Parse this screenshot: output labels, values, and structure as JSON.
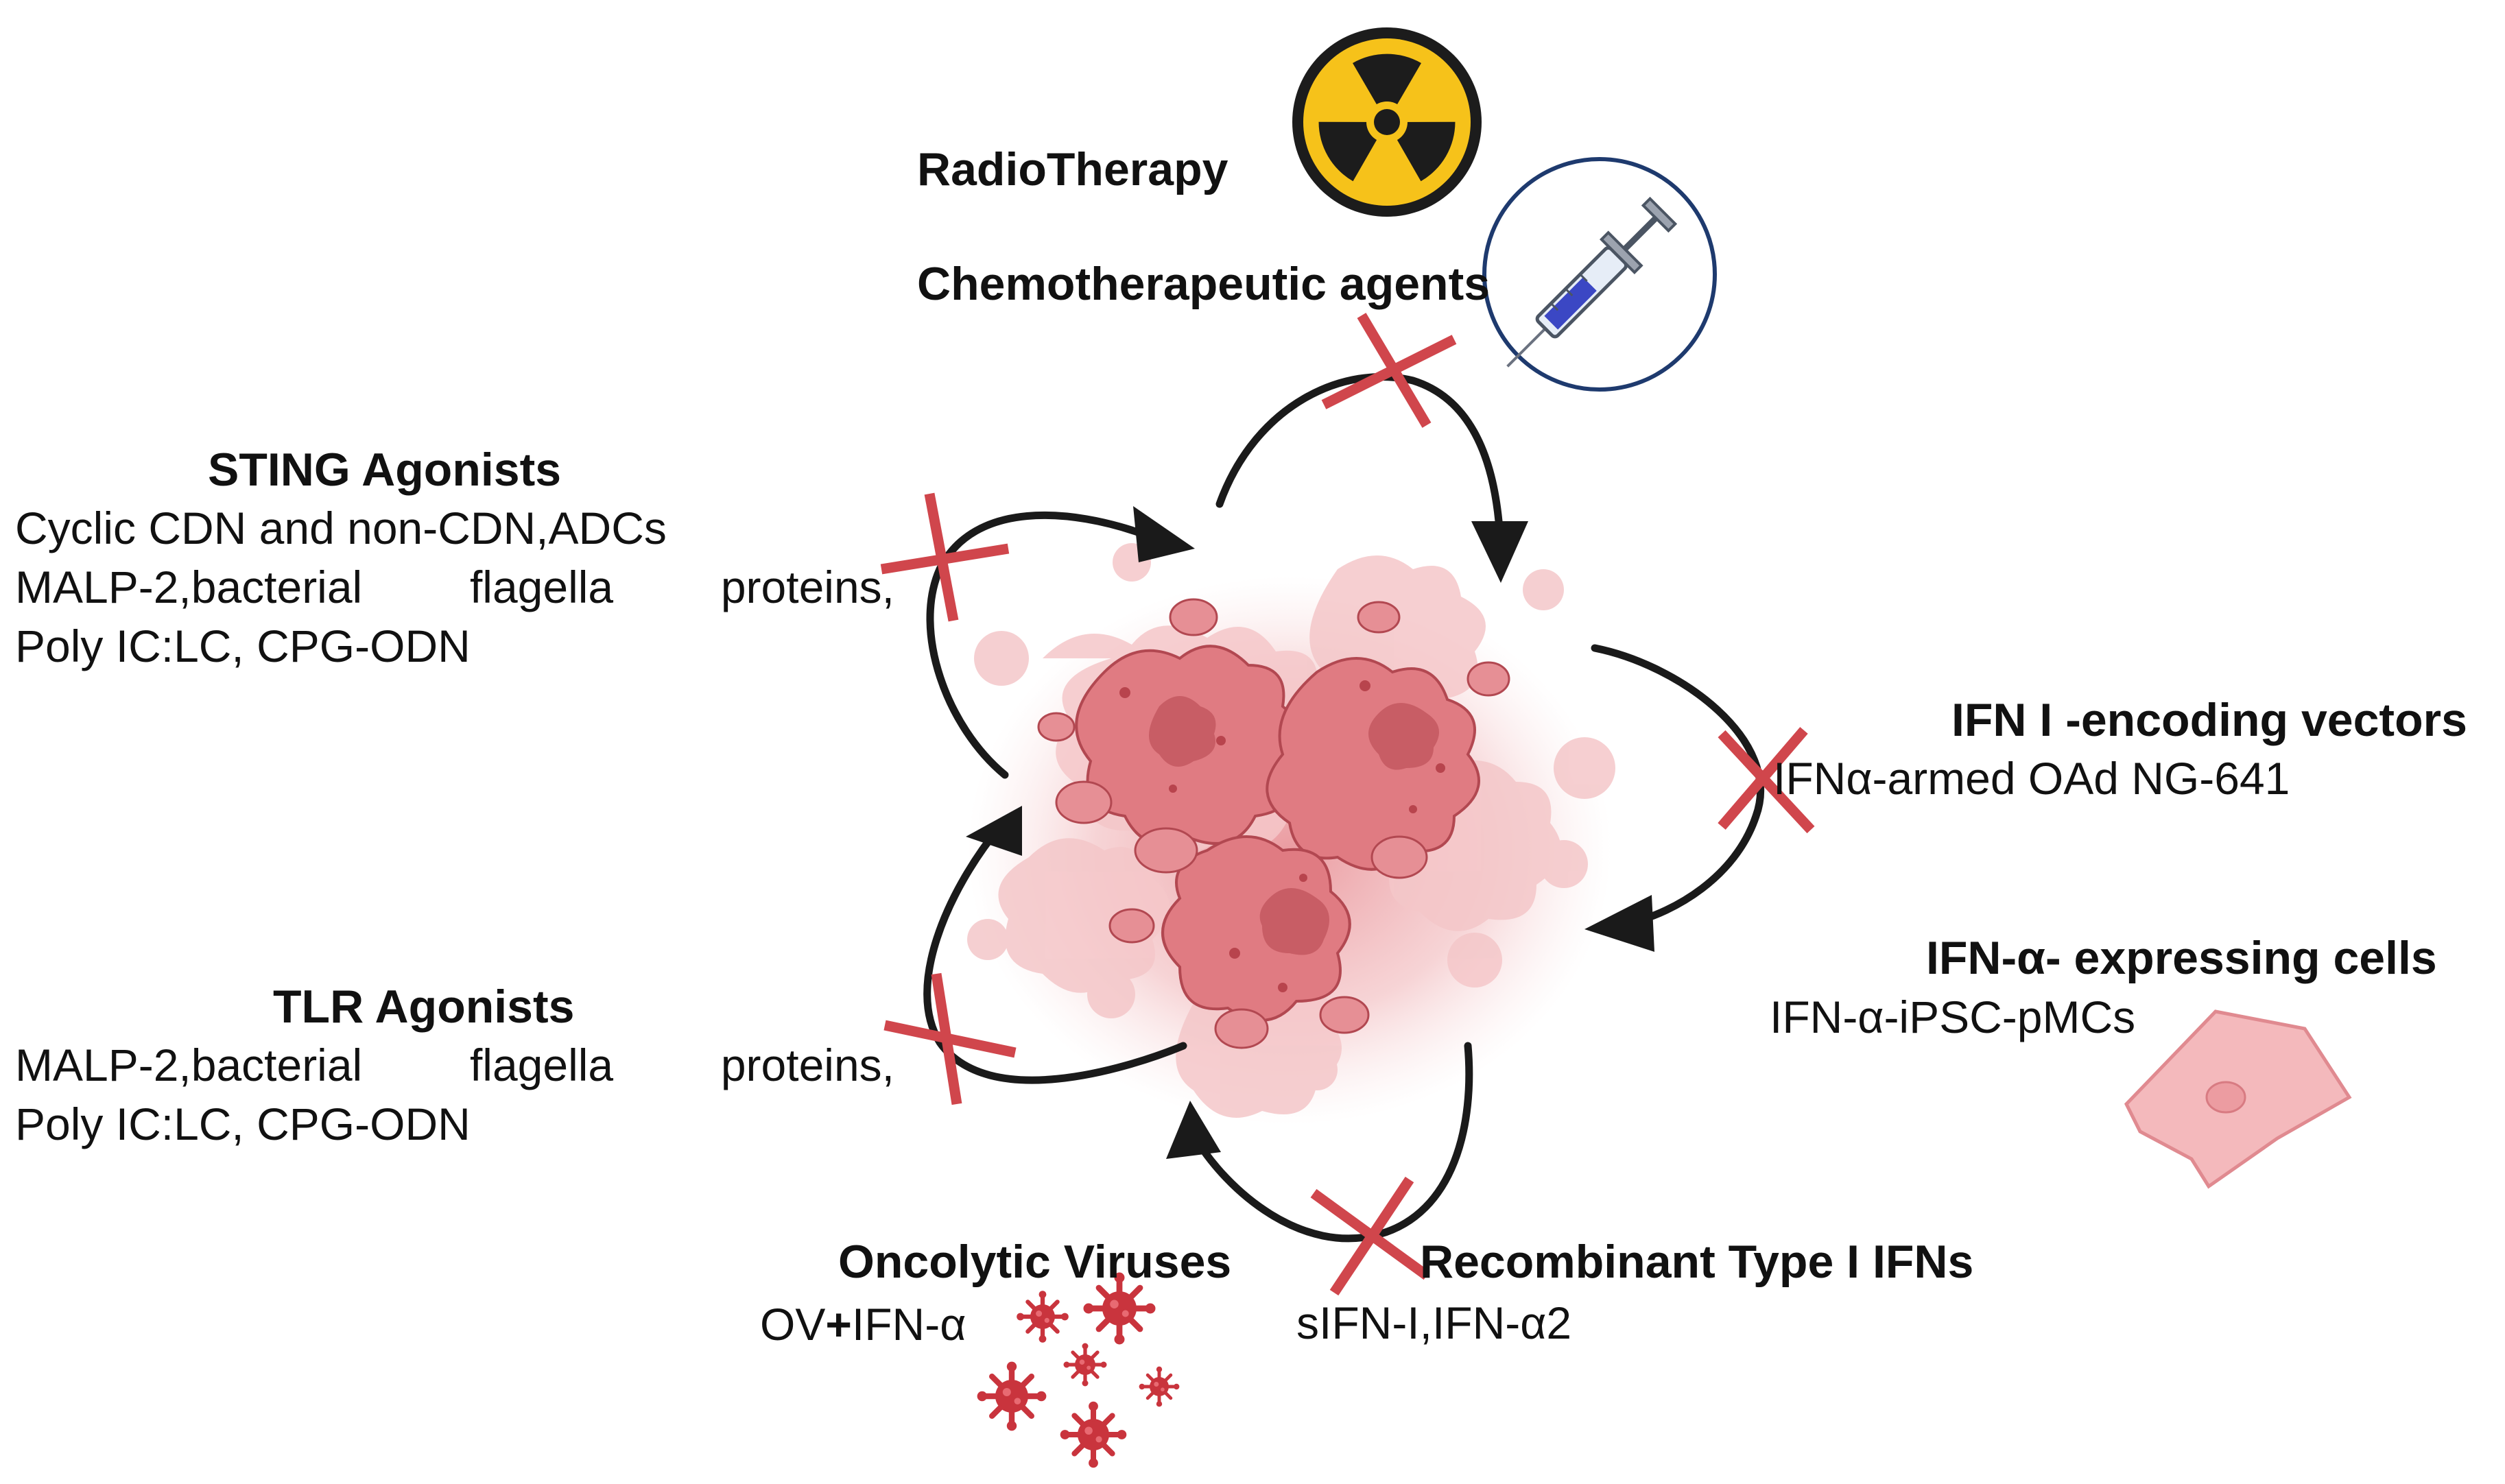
{
  "radiotherapy": {
    "title": "RadioTherapy"
  },
  "chemo": {
    "title": "Chemotherapeutic agents"
  },
  "sting": {
    "title": "STING Agonists",
    "line1": "Cyclic CDN and non-CDN,ADCs",
    "line2": "MALP-2,bacterial flagella proteins,",
    "line3": "Poly IC:LC, CPG-ODN"
  },
  "tlr": {
    "title": "TLR Agonists",
    "line1": "MALP-2,bacterial flagella proteins,",
    "line2": "Poly IC:LC, CPG-ODN"
  },
  "oncolytic": {
    "title": "Oncolytic Viruses",
    "sub_prefix": "OV",
    "sub_plus": "+",
    "sub_suffix": "IFN-α"
  },
  "recombinant": {
    "title": "Recombinant Type I IFNs",
    "sub": "sIFN-I,IFN-α2"
  },
  "vectors": {
    "title": "IFN I -encoding vectors",
    "sub": "IFNα-armed OAd NG-641"
  },
  "cells": {
    "title": "IFN-α- expressing cells",
    "sub": "IFN-α-iPSC-pMCs"
  },
  "colors": {
    "arrow": "#1a1a1a",
    "cross": "#d0464c",
    "tumor_dark": "#d4606a",
    "tumor_light": "#f2c4c6",
    "virus": "#c9343d",
    "radiation_yellow": "#f6c21a",
    "syringe_ring": "#1e3a6e"
  },
  "icons": [
    "radiation-icon",
    "syringe-icon",
    "tumor-mass-icon",
    "virus-icon",
    "cell-icon",
    "cross-mark-icon"
  ]
}
